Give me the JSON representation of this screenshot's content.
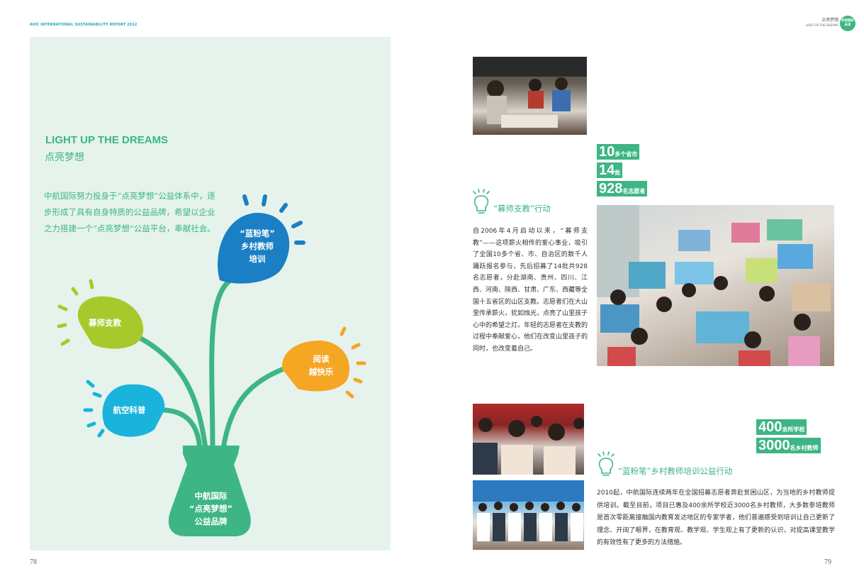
{
  "header": {
    "left_text": "AVIC INTERNATIONAL SUSTAINABILITY REPORT 2012",
    "right_zh": "点亮梦想",
    "right_en": "LIGHT UP THE DREAMS",
    "badge": "共创美好未来"
  },
  "left_page": {
    "title_en": "LIGHT UP THE DREAMS",
    "title_zh": "点亮梦想",
    "intro": "中航国际努力投身于“点亮梦想”公益体系中，逐步形成了具有自身特质的公益品牌，希望以企业之力搭建一个“点亮梦想”公益平台，奉献社会。",
    "bulbs": {
      "pink_chalk": [
        "“蓝粉笔”",
        "乡村教师",
        "培训"
      ],
      "teach": "募师支教",
      "read": [
        "阅读",
        "越快乐"
      ],
      "aviation": "航空科普",
      "vase": [
        "中航国际",
        "“点亮梦想”",
        "公益品牌"
      ]
    },
    "colors": {
      "green": "#3db584",
      "blue": "#1a7fc4",
      "lime": "#a8c92c",
      "orange": "#f5a623",
      "cyan": "#1ab3dc"
    },
    "page_number": "78"
  },
  "right_page": {
    "stats_top": [
      {
        "num": "10",
        "unit": "多个省市"
      },
      {
        "num": "14",
        "unit": "批"
      },
      {
        "num": "928",
        "unit": "名志愿者"
      }
    ],
    "section1_title": "“募师支教”行动",
    "section1_body": "自2006年4月启动以来，“募师支教”——这项薪火相传的爱心事业，吸引了全国10多个省、市、自治区的数千人踊跃报名参与，先后招募了14批共928名志愿者，分赴湖南、贵州、四川、江西、河南、陕西、甘肃、广东、西藏等全国十五省区的山区支教。志愿者们在大山里传承薪火，犹如烛光，点亮了山里孩子心中的希望之灯。年轻的志愿者在支教的过程中奉献爱心，他们在改变山里孩子的同时，也改变着自己。",
    "stats_bottom": [
      {
        "num": "400",
        "unit": "余所学校"
      },
      {
        "num": "3000",
        "unit": "名乡村教师"
      }
    ],
    "section2_title": "“蓝粉笔”乡村教师培训公益行动",
    "section2_body": "2010起，中航国际连续两年在全国招募志愿者奔赴贫困山区，为当地的乡村教师提供培训。截至目前，项目已惠及400余所学校近3000名乡村教师，大多数参培教师是首次零距离接触国内教育发达地区的专家学者，他们普遍感受到培训让自己更新了理念、开阔了眼界，在教育观、教学观、学生观上有了更新的认识，对提高课堂教学的有效性有了更多的方法措施。",
    "page_number": "79"
  }
}
